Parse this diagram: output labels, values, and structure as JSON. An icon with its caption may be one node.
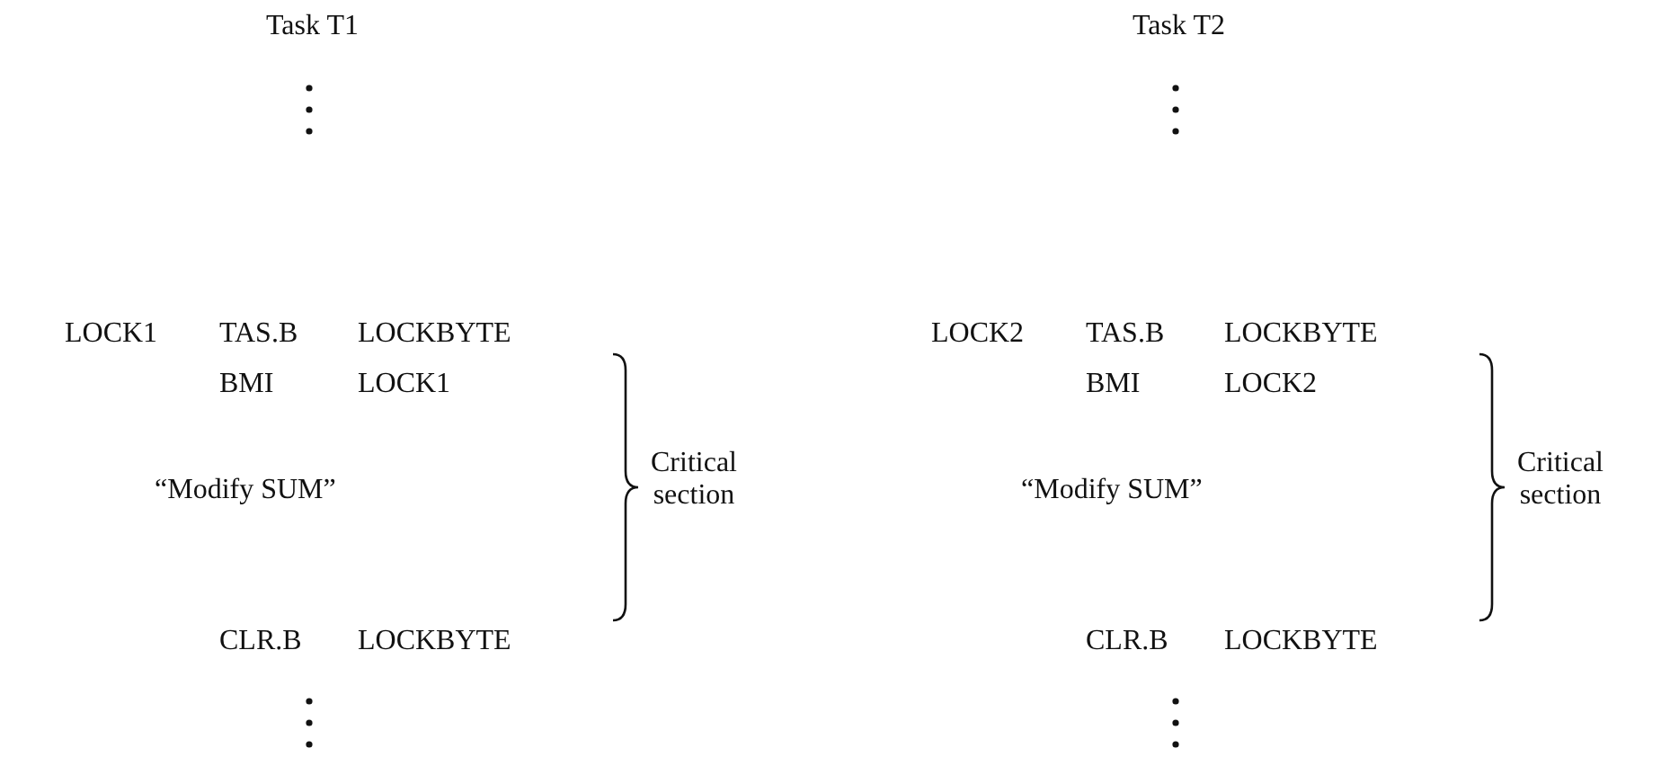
{
  "diagram": {
    "labels": [
      "Task T1",
      "LOCK1",
      "TAS.B",
      "LOCKBYTE",
      "BMI",
      "LOCK1",
      "“Modify SUM”",
      "Critical section",
      "CLR.B",
      "LOCKBYTE",
      "Task T2",
      "LOCK2",
      "TAS.B",
      "LOCKBYTE",
      "BMI",
      "LOCK2",
      "“Modify SUM”",
      "Critical section",
      "CLR.B",
      "LOCKBYTE"
    ]
  }
}
